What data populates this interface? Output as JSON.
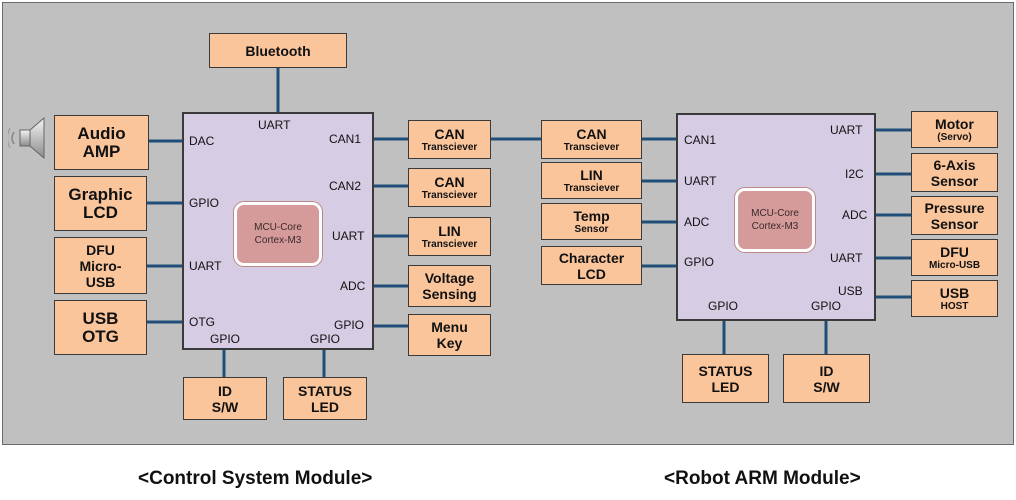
{
  "colors": {
    "panel_bg": "#c0c0c0",
    "mcu_fill": "#d6cce3",
    "core_fill": "#d59a9a",
    "block_fill": "#fbc59b",
    "wire": "#1f4e79"
  },
  "control": {
    "caption": "<Control System Module>",
    "core": {
      "line1": "MCU-Core",
      "line2": "Cortex-M3"
    },
    "pins": {
      "uart_top": "UART",
      "dac": "DAC",
      "gpio_l": "GPIO",
      "uart_l": "UART",
      "otg": "OTG",
      "can1": "CAN1",
      "can2": "CAN2",
      "uart_r": "UART",
      "adc": "ADC",
      "gpio_r": "GPIO",
      "gpio_b1": "GPIO",
      "gpio_b2": "GPIO"
    },
    "blocks": {
      "bluetooth": {
        "title": "Bluetooth"
      },
      "audio": {
        "line1": "Audio",
        "line2": "AMP"
      },
      "graphic": {
        "line1": "Graphic",
        "line2": "LCD"
      },
      "dfu": {
        "line1": "DFU",
        "line2": "Micro-",
        "line3": "USB"
      },
      "usb_otg": {
        "line1": "USB",
        "line2": "OTG"
      },
      "can_t1": {
        "title": "CAN",
        "sub": "Transciever"
      },
      "can_t2": {
        "title": "CAN",
        "sub": "Transciever"
      },
      "lin_t": {
        "title": "LIN",
        "sub": "Transciever"
      },
      "voltage": {
        "line1": "Voltage",
        "line2": "Sensing"
      },
      "menu": {
        "line1": "Menu",
        "line2": "Key"
      },
      "id_sw": {
        "line1": "ID",
        "line2": "S/W"
      },
      "status_led": {
        "line1": "STATUS",
        "line2": "LED"
      }
    }
  },
  "robot": {
    "caption": "<Robot ARM Module>",
    "core": {
      "line1": "MCU-Core",
      "line2": "Cortex-M3"
    },
    "pins": {
      "can1": "CAN1",
      "uart_l": "UART",
      "adc_l": "ADC",
      "gpio_l": "GPIO",
      "uart_r1": "UART",
      "i2c": "I2C",
      "adc_r": "ADC",
      "uart_r2": "UART",
      "usb": "USB",
      "gpio_b1": "GPIO",
      "gpio_b2": "GPIO"
    },
    "blocks": {
      "can_t": {
        "title": "CAN",
        "sub": "Transciever"
      },
      "lin_t": {
        "title": "LIN",
        "sub": "Transciever"
      },
      "temp": {
        "title": "Temp",
        "sub": "Sensor"
      },
      "char_lcd": {
        "line1": "Character",
        "line2": "LCD"
      },
      "motor": {
        "title": "Motor",
        "sub": "(Servo)"
      },
      "axis6": {
        "line1": "6-Axis",
        "line2": "Sensor"
      },
      "pressure": {
        "line1": "Pressure",
        "line2": "Sensor"
      },
      "dfu": {
        "title": "DFU",
        "sub": "Micro-USB"
      },
      "usb_host": {
        "title": "USB",
        "sub": "HOST"
      },
      "status_led": {
        "line1": "STATUS",
        "line2": "LED"
      },
      "id_sw": {
        "line1": "ID",
        "line2": "S/W"
      }
    }
  }
}
